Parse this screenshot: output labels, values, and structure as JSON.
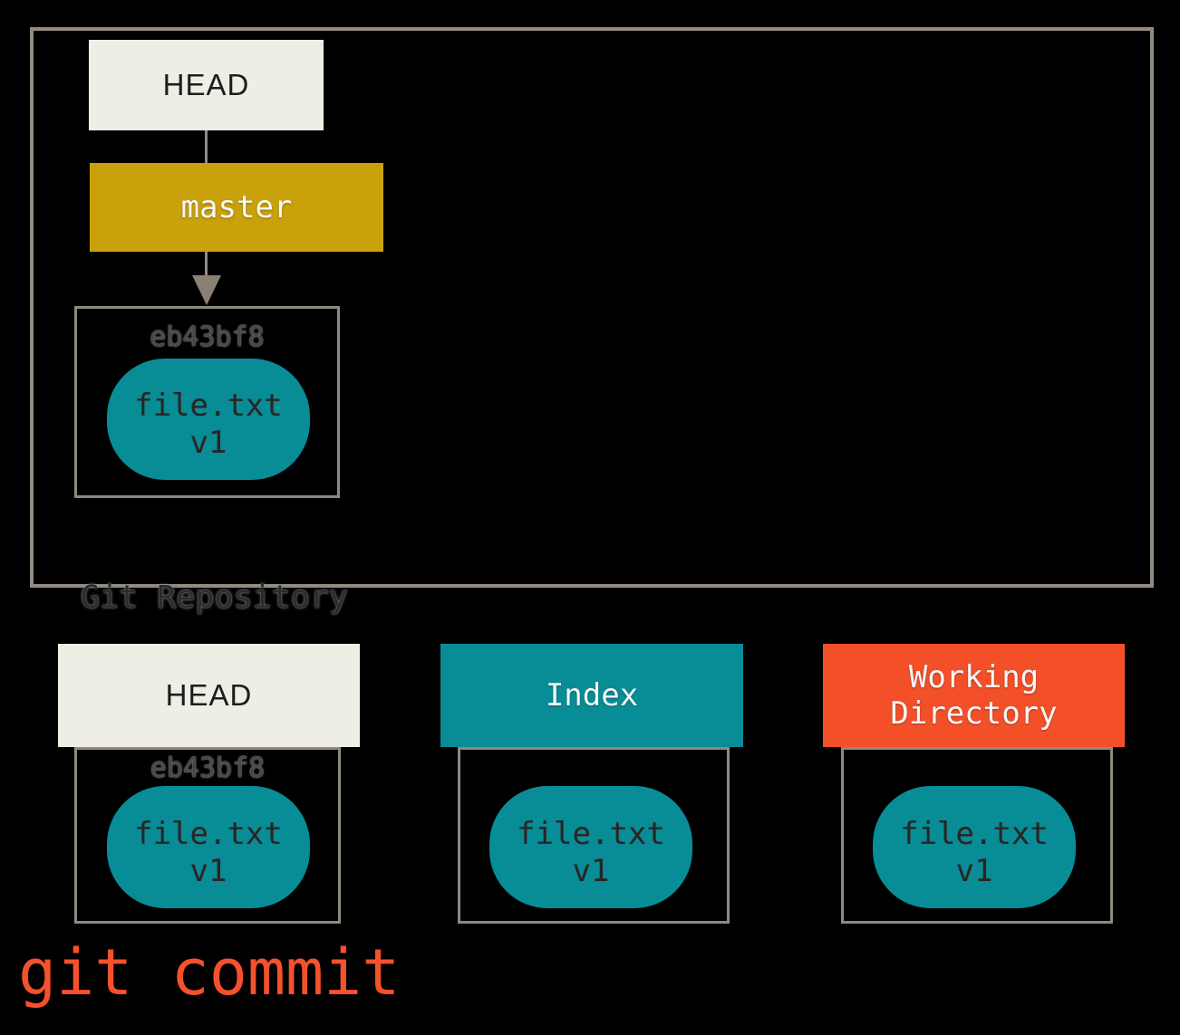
{
  "repository": {
    "label": "Git Repository",
    "head": {
      "label": "HEAD"
    },
    "branch": {
      "label": "master"
    },
    "commit": {
      "id": "eb43bf8",
      "blob": {
        "name": "file.txt",
        "version": "v1"
      }
    }
  },
  "trees": [
    {
      "label": "HEAD",
      "commit_id": "eb43bf8",
      "blob": {
        "name": "file.txt",
        "version": "v1"
      }
    },
    {
      "label": "Index",
      "blob": {
        "name": "file.txt",
        "version": "v1"
      }
    },
    {
      "label": "Working\nDirectory",
      "blob": {
        "name": "file.txt",
        "version": "v1"
      }
    }
  ],
  "command": {
    "text": "git commit"
  },
  "colors": {
    "background": "#000000",
    "head_box": "#EFEEE5",
    "branch_box": "#C9A10B",
    "index_box": "#088D97",
    "working_directory_box": "#F3502A",
    "blob": "#088D97",
    "outer_border": "#938B7F",
    "inner_border": "#8F8A80",
    "connector_line": "#8C8C8C",
    "arrowhead": "#8A8174",
    "command_text": "#F4512C"
  }
}
